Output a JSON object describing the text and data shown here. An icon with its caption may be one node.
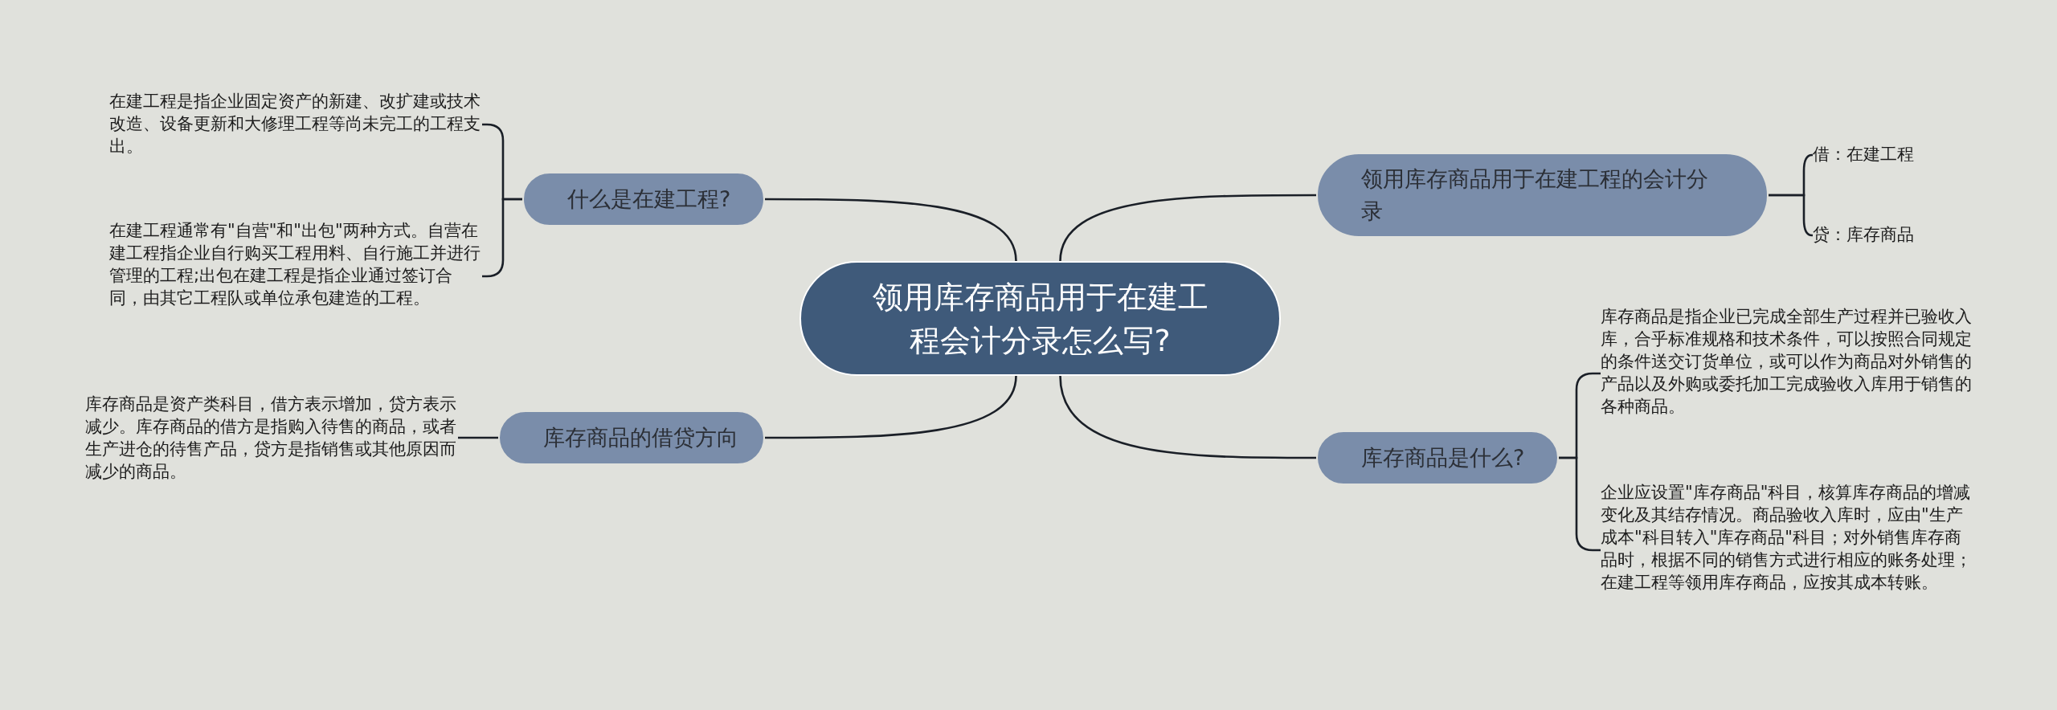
{
  "diagram": {
    "nodes": [
      {
        "text": [
          "领用库存商品用于在建工程会计分录怎么写?"
        ]
      },
      {
        "text": [
          "什么是在建工程?"
        ]
      },
      {
        "text": [
          "在建工程是指企业固定资产的新建、改扩建或技术改造、设备更新和大修理工程等尚未完工的工程支出。"
        ]
      },
      {
        "text": [
          "在建工程通常有\"自营\"和\"出包\"两种方式。自营在建工程指企业自行购买工程用料、自行施工并进行管理的工程;出包在建工程是指企业通过签订合同，由其它工程队或单位承包建造的工程。"
        ]
      },
      {
        "text": [
          "库存商品的借贷方向"
        ]
      },
      {
        "text": [
          "库存商品是资产类科目，借方表示增加，贷方表示减少。库存商品的借方是指购入待售的商品，或者生产进仓的待售产品，贷方是指销售或其他原因而减少的商品。"
        ]
      },
      {
        "text": [
          "领用库存商品用于在建工程的会计分录"
        ]
      },
      {
        "text": [
          "借：在建工程"
        ]
      },
      {
        "text": [
          "贷：库存商品"
        ]
      },
      {
        "text": [
          "库存商品是什么?"
        ]
      },
      {
        "text": [
          "库存商品是指企业已完成全部生产过程并已验收入库，合乎标准规格和技术条件，可以按照合同规定的条件送交订货单位，或可以作为商品对外销售的产品以及外购或委托加工完成验收入库用于销售的各种商品。"
        ]
      },
      {
        "text": [
          "企业应设置\"库存商品\"科目，核算库存商品的增减变化及其结存情况。商品验收入库时，应由\"生产成本\"科目转入\"库存商品\"科目；对外销售库存商品时，根据不同的销售方式进行相应的账务处理；在建工程等领用库存商品，应按其成本转账。"
        ]
      }
    ],
    "edges": [
      {
        "from": 0,
        "to": 1,
        "arrow": "none"
      },
      {
        "from": 1,
        "to": 2,
        "arrow": "none"
      },
      {
        "from": 1,
        "to": 3,
        "arrow": "none"
      },
      {
        "from": 0,
        "to": 4,
        "arrow": "none"
      },
      {
        "from": 4,
        "to": 5,
        "arrow": "none"
      },
      {
        "from": 0,
        "to": 6,
        "arrow": "none"
      },
      {
        "from": 6,
        "to": 7,
        "arrow": "none"
      },
      {
        "from": 6,
        "to": 8,
        "arrow": "none"
      },
      {
        "from": 0,
        "to": 9,
        "arrow": "none"
      },
      {
        "from": 9,
        "to": 10,
        "arrow": "none"
      },
      {
        "from": 9,
        "to": 11,
        "arrow": "none"
      }
    ]
  }
}
